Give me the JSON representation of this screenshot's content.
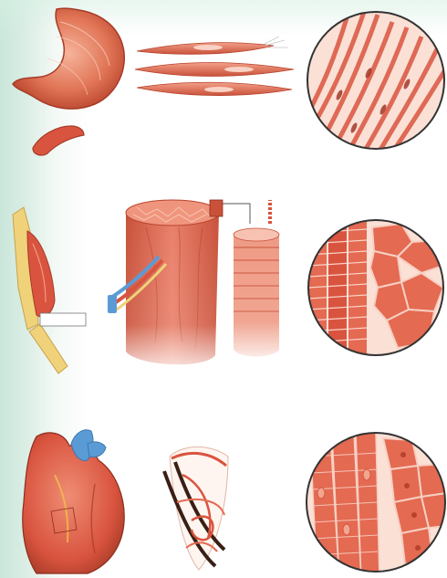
{
  "illustration": {
    "rows": [
      {
        "tissue": "smooth-muscle",
        "organ_icon": "stomach-icon",
        "cells_icon": "spindle-cells-icon",
        "micro_icon": "smooth-muscle-micrograph-icon"
      },
      {
        "tissue": "skeletal-muscle",
        "organ_icon": "arm-muscle-icon",
        "cells_icon": "muscle-fiber-bundle-icon",
        "micro_icon": "skeletal-muscle-micrograph-icon"
      },
      {
        "tissue": "cardiac-muscle",
        "organ_icon": "heart-icon",
        "cells_icon": "heart-fiber-spiral-icon",
        "micro_icon": "cardiac-muscle-micrograph-icon"
      }
    ],
    "colors": {
      "muscle_red": "#d9543f",
      "muscle_light": "#f2a58f",
      "muscle_pale": "#fbe0d6",
      "vessel_blue": "#5b9bd5",
      "bone": "#f0d27a",
      "background_tint": "#d9ede4"
    }
  }
}
